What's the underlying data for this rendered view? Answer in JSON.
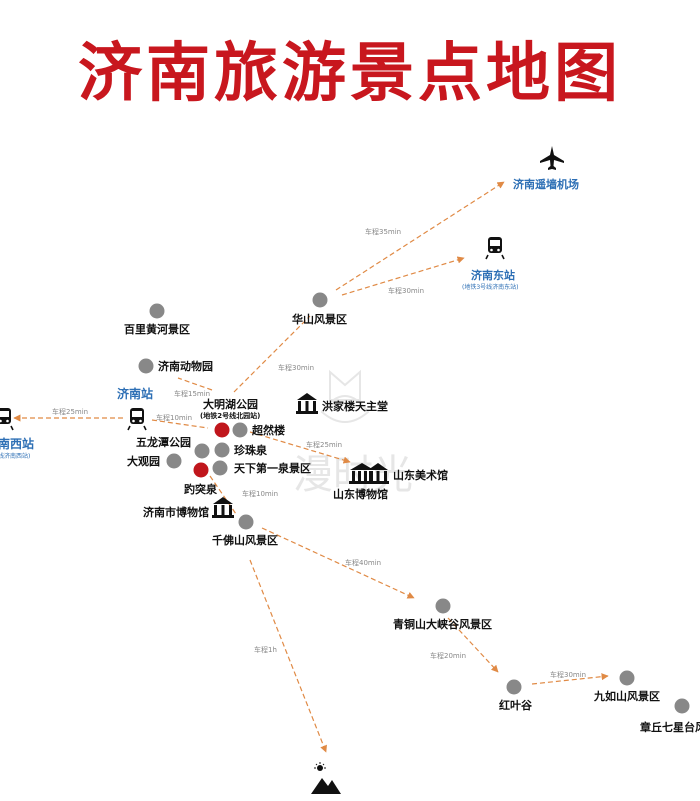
{
  "title": "济南旅游景点地图",
  "colors": {
    "title": "#c8171e",
    "route": "#e08a45",
    "station_label": "#2d6fb5",
    "spot_gray": "#888888",
    "spot_red": "#c0161c",
    "text": "#111111",
    "route_label": "#888888"
  },
  "spots": [
    {
      "id": "huashan",
      "label": "华山风景区",
      "color": "gray"
    },
    {
      "id": "baili",
      "label": "百里黄河景区",
      "color": "gray"
    },
    {
      "id": "zoo",
      "label": "济南动物园",
      "color": "gray"
    },
    {
      "id": "chaoranlou",
      "label": "超然楼",
      "color": "gray"
    },
    {
      "id": "zhenzhuquan",
      "label": "珍珠泉",
      "color": "gray"
    },
    {
      "id": "tianxia",
      "label": "天下第一泉景区",
      "color": "gray"
    },
    {
      "id": "wulongtan",
      "label": "五龙潭公园",
      "color": "gray"
    },
    {
      "id": "daguanyuan",
      "label": "大观园",
      "color": "gray"
    },
    {
      "id": "daminghu",
      "label": "大明湖公园",
      "sublabel": "(地铁2号线北园站)",
      "color": "red"
    },
    {
      "id": "baotuquan",
      "label": "趵突泉",
      "color": "red"
    },
    {
      "id": "qianfoshan",
      "label": "千佛山风景区",
      "color": "gray"
    },
    {
      "id": "qingtongshan",
      "label": "青铜山大峡谷风景区",
      "color": "gray"
    },
    {
      "id": "hongyegu",
      "label": "红叶谷",
      "color": "gray"
    },
    {
      "id": "jiurushan",
      "label": "九如山风景区",
      "color": "gray"
    },
    {
      "id": "zhangqiu",
      "label": "章丘七星台风",
      "color": "gray"
    }
  ],
  "stations": [
    {
      "id": "airport",
      "label": "济南遥墙机场",
      "icon": "airplane-icon"
    },
    {
      "id": "east",
      "label": "济南东站",
      "sublabel": "(地铁3号线济南东站)",
      "icon": "train-icon"
    },
    {
      "id": "jinan",
      "label": "济南站",
      "icon": "train-icon"
    },
    {
      "id": "west",
      "label": "南西站",
      "sublabel": "线济南西站)",
      "icon": "train-icon"
    }
  ],
  "museums": [
    {
      "id": "hongjialou",
      "label": "洪家楼天主堂",
      "icon": "museum-icon"
    },
    {
      "id": "meishuguan",
      "label": "山东美术馆",
      "icon": "museum-icon"
    },
    {
      "id": "shandong_museum",
      "label": "山东博物馆",
      "icon": "museum-icon"
    },
    {
      "id": "jinan_museum",
      "label": "济南市博物馆",
      "icon": "museum-icon"
    }
  ],
  "routes": [
    {
      "from": "huashan",
      "to": "airport",
      "label": "车程35min"
    },
    {
      "from": "huashan",
      "to": "east",
      "label": "车程30min"
    },
    {
      "from": "daminghu",
      "to": "huashan",
      "label": "车程30min"
    },
    {
      "from": "daminghu",
      "to": "zoo",
      "label": "车程15min"
    },
    {
      "from": "jinan",
      "to": "daminghu",
      "label": "车程10min"
    },
    {
      "from": "jinan",
      "to": "west",
      "label": "车程25min"
    },
    {
      "from": "daminghu",
      "to": "shandong_museum",
      "label": "车程25min"
    },
    {
      "from": "baotuquan",
      "to": "qianfoshan",
      "label": "车程10min"
    },
    {
      "from": "qianfoshan",
      "to": "qingtongshan",
      "label": "车程40min"
    },
    {
      "from": "qingtongshan",
      "to": "hongyegu",
      "label": "车程20min"
    },
    {
      "from": "hongyegu",
      "to": "jiurushan",
      "label": "车程30min"
    },
    {
      "from": "qianfoshan",
      "to": "mountain",
      "label": "车程1h"
    }
  ],
  "watermark": "漫时光"
}
